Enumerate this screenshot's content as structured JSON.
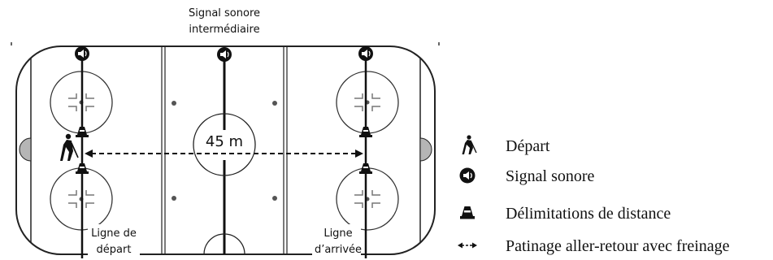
{
  "labels": {
    "signal_mid_line1": "Signal sonore",
    "signal_mid_line2": "intermédiaire",
    "distance": "45 m",
    "start_line_line1": "Ligne de",
    "start_line_line2": "départ",
    "finish_line_line1": "Ligne",
    "finish_line_line2": "d’arrivée"
  },
  "legend": {
    "items": [
      {
        "icon": "skater-icon",
        "label": "Départ"
      },
      {
        "icon": "speaker-icon",
        "label": "Signal sonore"
      },
      {
        "icon": "cone-icon",
        "label": "Délimitations de distance"
      },
      {
        "icon": "double-arrow-icon",
        "label": "Patinage aller-retour avec freinage"
      }
    ]
  },
  "colors": {
    "line": "#111111",
    "rink_border": "#222222",
    "goal_fill": "#b5b5b5",
    "dot": "#555555"
  }
}
